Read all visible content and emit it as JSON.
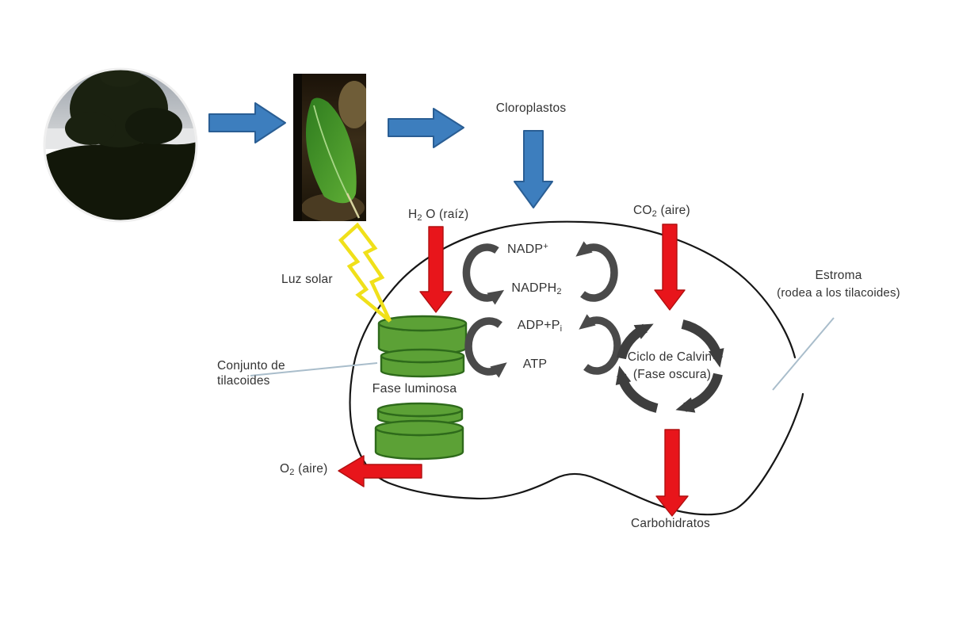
{
  "labels": {
    "cloroplastos": "Cloroplastos",
    "h2o": {
      "pre": "H",
      "sub": "2",
      "post": " O (raíz)"
    },
    "co2": {
      "pre": "CO",
      "sub": "2",
      "post": " (aire)"
    },
    "o2": {
      "pre": "O",
      "sub": "2",
      "post": " (aire)"
    },
    "luz_solar": "Luz solar",
    "nadp": {
      "pre": "NADP",
      "sup": "+"
    },
    "nadph2": {
      "pre": "NADPH",
      "sub": "2"
    },
    "adp_pi": {
      "pre": "ADP+P",
      "sub": "i"
    },
    "atp": "ATP",
    "calvin_line1": "Ciclo de Calvin",
    "calvin_line2": "(Fase oscura)",
    "fase_luminosa": "Fase luminosa",
    "conjunto_line1": "Conjunto de",
    "conjunto_line2": "tilacoides",
    "estroma_line1": "Estroma",
    "estroma_line2": "(rodea a los tilacoides)",
    "carbohidratos": "Carbohidratos"
  },
  "icons": {
    "tree_photo": "tree-landscape-photo",
    "leaf_photo": "green-leaf-photo",
    "lightning": "lightning-bolt",
    "thylakoid_stack": "green-cylinder-stack",
    "chloroplast_membrane": "bean-outline",
    "cycle_arrows": "circular-recycle-arrows"
  },
  "colors": {
    "arrow_blue": "#3D7EBE",
    "arrow_blue_border": "#2A5E94",
    "arrow_red": "#E8151B",
    "arrow_red_border": "#B01010",
    "cycle_gray": "#4A4A4A",
    "calvin_dark": "#3E3E3E",
    "thylakoid_green": "#5CA136",
    "thylakoid_border": "#2E6A1B",
    "bolt_yellow": "#F0E01A",
    "membrane_black": "#161616",
    "pointer_line": "#A9BDCB",
    "text": "#333333",
    "background": "#FFFFFF"
  }
}
